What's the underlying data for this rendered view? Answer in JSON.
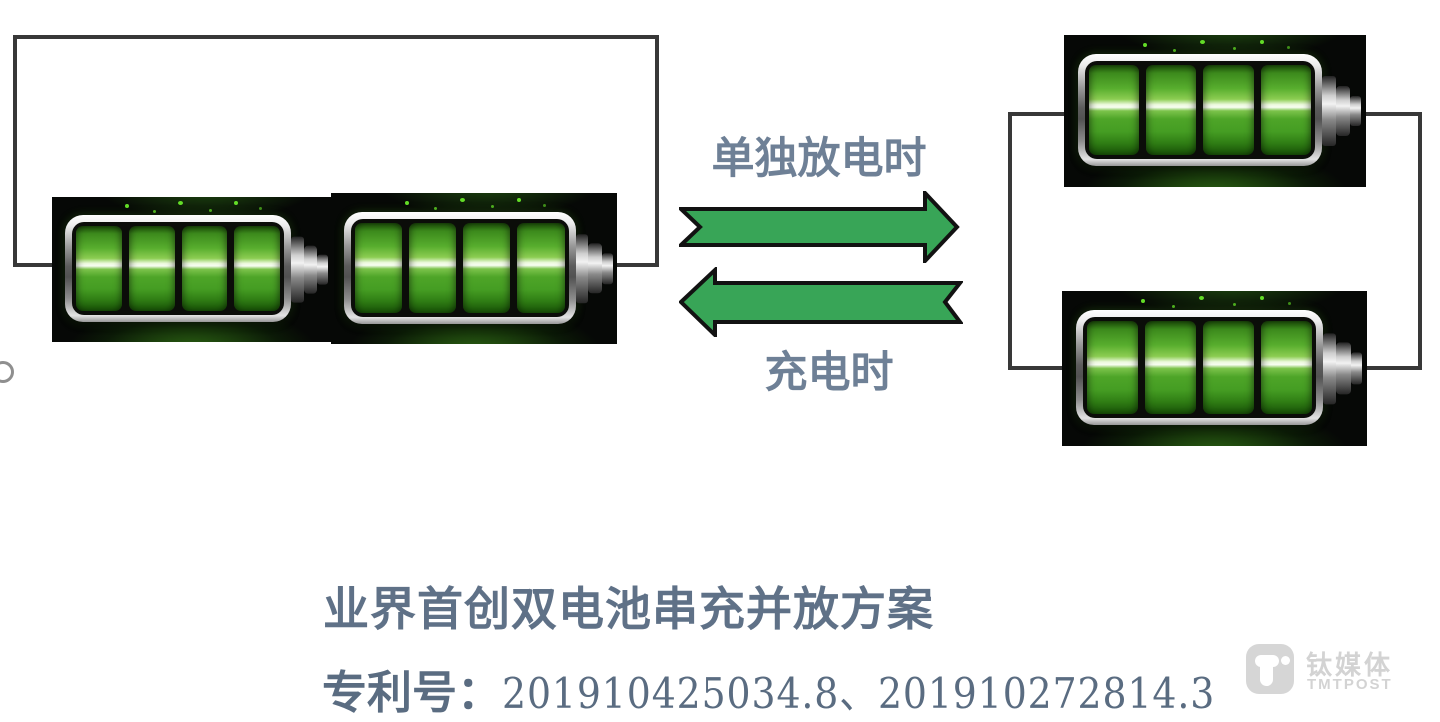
{
  "diagram": {
    "labels": {
      "discharge": "单独放电时",
      "charge": "充电时",
      "title": "业界首创双电池串充并放方案",
      "patent_label": "专利号：",
      "patent_numbers": "201910425034.8、201910272814.3"
    },
    "icons": {
      "discharge_arrow": "arrow-right",
      "charge_arrow": "arrow-left",
      "battery": "battery-full"
    },
    "left_group": {
      "batteries": 2,
      "connection": "series-loop",
      "segments_per_battery": 4,
      "charge_level": "full"
    },
    "right_group": {
      "batteries": 2,
      "connection": "parallel-loop",
      "segments_per_battery": 4,
      "charge_level": "full"
    },
    "colors": {
      "arrow_green": "#38a557",
      "wire": "#383838",
      "label_text": "#6e8096",
      "title_text": "#5f7187",
      "battery_green": "#4ea528",
      "panel_black": "#060806"
    }
  },
  "watermark": {
    "name_cn": "钛媒体",
    "name_en": "TMTPOST",
    "color": "#d3d3d3"
  }
}
